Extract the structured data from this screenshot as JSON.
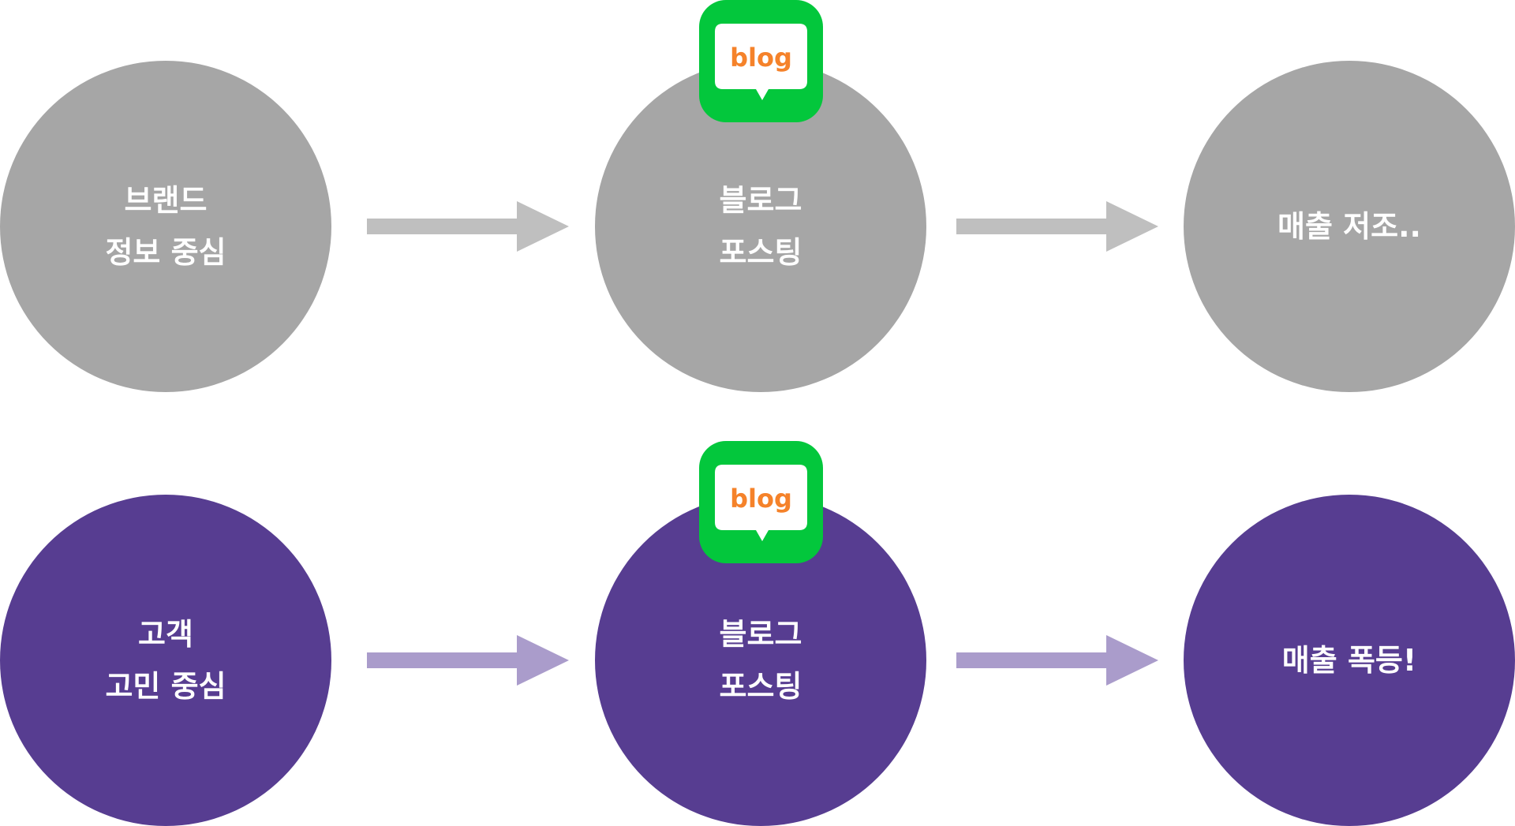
{
  "colors": {
    "top_circle": "#a6a6a6",
    "top_arrow": "#bfbfbf",
    "bottom_circle": "#573d91",
    "bottom_arrow": "#aa9ccb",
    "blog_green": "#03c73c",
    "blog_text": "#f5822a"
  },
  "blog_icon": {
    "label": "blog"
  },
  "rows": {
    "top": {
      "start": {
        "line1": "브랜드",
        "line2": "정보 중심"
      },
      "middle": {
        "line1": "블로그",
        "line2": "포스팅"
      },
      "end": {
        "line1": "매출 저조.."
      }
    },
    "bottom": {
      "start": {
        "line1": "고객",
        "line2": "고민 중심"
      },
      "middle": {
        "line1": "블로그",
        "line2": "포스팅"
      },
      "end": {
        "line1": "매출 폭등!"
      }
    }
  }
}
